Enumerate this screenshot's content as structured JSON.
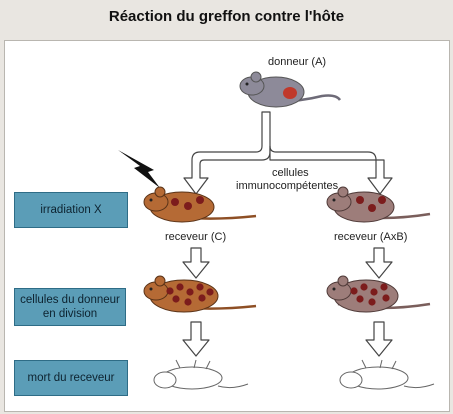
{
  "title": "Réaction du greffon contre l'hôte",
  "labels": {
    "donor": "donneur (A)",
    "cells": "cellules immunocompétentes",
    "receiver_left": "receveur (C)",
    "receiver_right": "receveur (AxB)"
  },
  "side_boxes": {
    "irradiation": "irradiation X",
    "division": "cellules du donneur en division",
    "death": "mort du receveur"
  },
  "colors": {
    "panel": "#ffffff",
    "side_box": "#5b9db7",
    "donor_mouse": "#8d8a99",
    "donor_spot": "#c0392b",
    "left_mouse": "#b56a35",
    "right_mouse": "#9d7d7a",
    "spots": "#7c1c1c",
    "dead_mouse": "#ffffff",
    "arrow": "#ffffff"
  }
}
